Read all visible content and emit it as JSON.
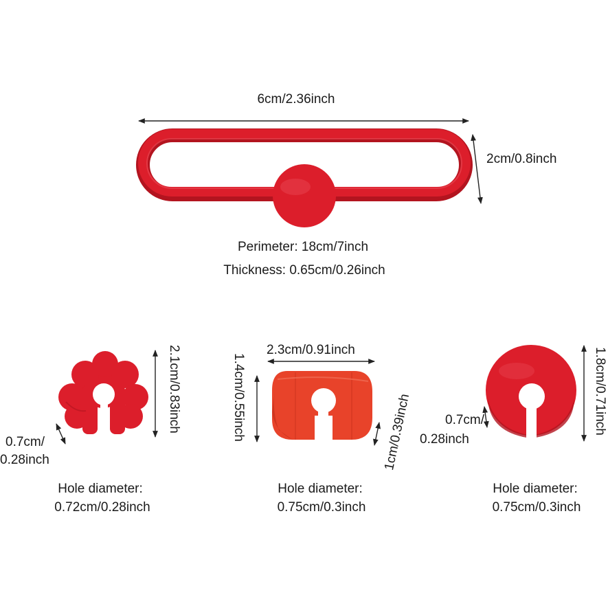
{
  "colors": {
    "silicone_red": "#dc1e2b",
    "silicone_dark": "#b3141f",
    "orange_red": "#e8432a",
    "orange_dark": "#c52f1b",
    "arrow": "#222222",
    "text": "#1a1a1a"
  },
  "band": {
    "width_label": "6cm/2.36inch",
    "height_label": "2cm/0.8inch",
    "perimeter": "Perimeter: 18cm/7inch",
    "thickness": "Thickness: 0.65cm/0.26inch"
  },
  "flower": {
    "height_label": "2.1cm/0.83inch",
    "slot_label_1": "0.7cm/",
    "slot_label_2": "0.28inch",
    "hole_label": "Hole diameter:",
    "hole_value": "0.72cm/0.28inch"
  },
  "oval": {
    "width_label": "2.3cm/0.91inch",
    "height_label": "1.4cm/0.55inch",
    "thickness_label": "1cm/0.39inch",
    "hole_label": "Hole diameter:",
    "hole_value": "0.75cm/0.3inch"
  },
  "ring": {
    "height_label": "1.8cm/0.71inch",
    "slot_label_1": "0.7cm/",
    "slot_label_2": "0.28inch",
    "hole_label": "Hole diameter:",
    "hole_value": "0.75cm/0.3inch"
  }
}
